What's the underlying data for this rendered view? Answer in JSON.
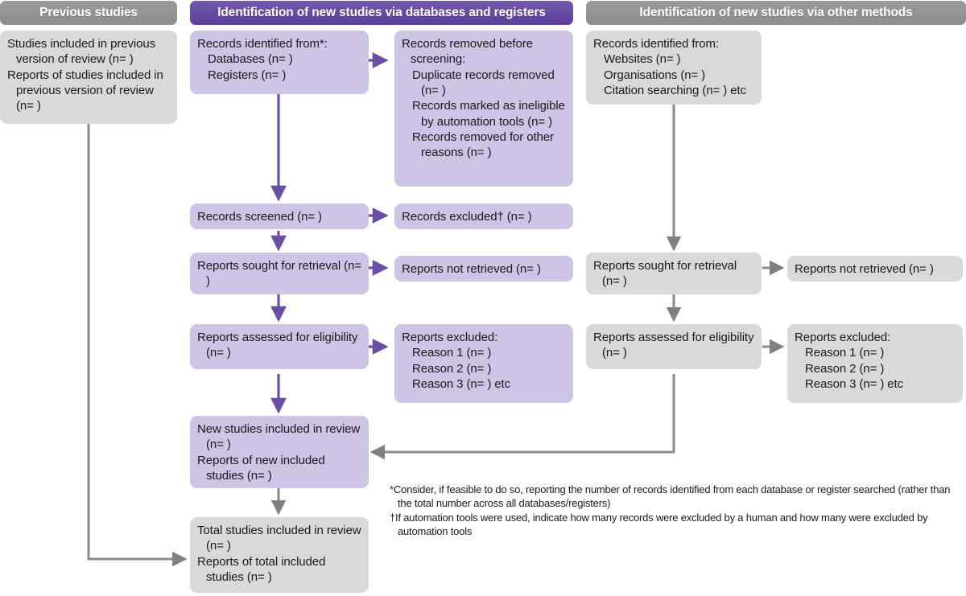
{
  "headers": {
    "previous": "Previous studies",
    "databases": "Identification of new studies via databases and registers",
    "other": "Identification of new studies via other methods"
  },
  "colors": {
    "header_grey": "#8d8d8d",
    "header_purple": "#5b3f99",
    "box_grey": "#d9d9d9",
    "box_purple": "#cdc4e6",
    "arrow_grey": "#808080",
    "arrow_purple": "#6b4fa6",
    "text": "#1a1a1a",
    "background": "#ffffff"
  },
  "boxes": {
    "previous_studies": {
      "lines": [
        "Studies included in previous version of review (n= )",
        "Reports of studies included in previous version of review (n= )"
      ]
    },
    "records_identified_db": {
      "lines": [
        "Records identified from*:",
        "Databases (n= )",
        "Registers (n= )"
      ]
    },
    "records_removed": {
      "lines": [
        "Records removed before screening:",
        "Duplicate records removed (n= )",
        "Records marked as ineligible by automation tools (n= )",
        "Records removed for other reasons (n= )"
      ]
    },
    "records_identified_other": {
      "lines": [
        "Records identified from:",
        "Websites (n= )",
        "Organisations (n= )",
        "Citation searching (n= ) etc"
      ]
    },
    "records_screened": {
      "lines": [
        "Records screened (n= )"
      ]
    },
    "records_excluded": {
      "lines": [
        "Records excluded† (n= )"
      ]
    },
    "reports_sought_db": {
      "lines": [
        "Reports sought for retrieval (n= )"
      ]
    },
    "reports_not_retrieved_db": {
      "lines": [
        "Reports not retrieved (n= )"
      ]
    },
    "reports_sought_other": {
      "lines": [
        "Reports sought for retrieval (n= )"
      ]
    },
    "reports_not_retrieved_other": {
      "lines": [
        "Reports not retrieved (n= )"
      ]
    },
    "reports_assessed_db": {
      "lines": [
        "Reports assessed for eligibility (n= )"
      ]
    },
    "reports_excluded_db": {
      "lines": [
        "Reports excluded:",
        "Reason 1 (n= )",
        "Reason 2 (n= )",
        "Reason 3 (n= ) etc"
      ]
    },
    "reports_assessed_other": {
      "lines": [
        "Reports assessed for eligibility (n= )"
      ]
    },
    "reports_excluded_other": {
      "lines": [
        "Reports excluded:",
        "Reason 1 (n= )",
        "Reason 2 (n= )",
        "Reason 3 (n= ) etc"
      ]
    },
    "new_studies_included": {
      "lines": [
        "New studies included in review (n= )",
        "Reports of new included studies (n= )"
      ]
    },
    "total_studies_included": {
      "lines": [
        "Total studies included in review (n= )",
        "Reports of total included studies (n= )"
      ]
    }
  },
  "footnotes": {
    "asterisk": "*Consider, if feasible to do so, reporting the number of records identified from each database or register searched (rather than the total number across all databases/registers)",
    "dagger": "†If automation tools were used, indicate how many records were excluded by a human and how many were excluded by automation tools"
  }
}
